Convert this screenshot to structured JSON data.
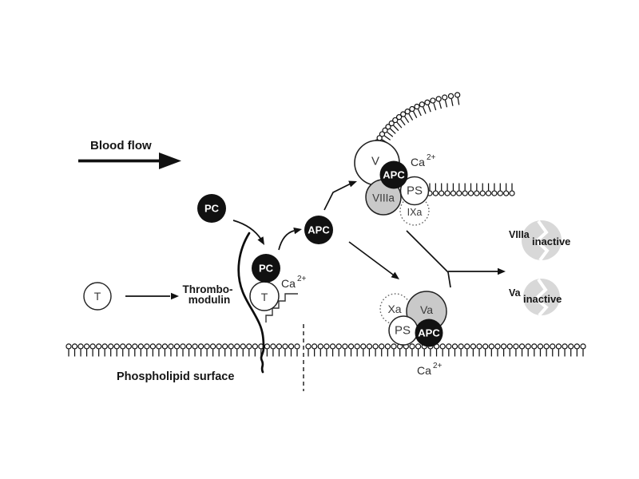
{
  "molecules": {
    "pc_free": "PC",
    "t_free": "T",
    "apc_free": "APC",
    "tm_pc": "PC",
    "tm_t": "T",
    "v": "V",
    "apc_upper": "APC",
    "viiia": "VIIIa",
    "ps_upper": "PS",
    "ixa": "IXa",
    "xa": "Xa",
    "va": "Va",
    "ps_lower": "PS",
    "apc_lower": "APC"
  },
  "labels": {
    "blood_flow": "Blood flow",
    "thrombomodulin_line1": "Thrombo-",
    "thrombomodulin_line2": "modulin",
    "phospholipid_surface": "Phospholipid surface",
    "ca": "Ca",
    "ca_superscript": "2+"
  },
  "inactivated": {
    "viiia": "VIIIa",
    "viiia_state": "inactive",
    "va": "Va",
    "va_state": "inactive"
  },
  "colors": {
    "ink": "#111111",
    "molecule_black": "#111111",
    "molecule_gray": "#c9c9c9",
    "inactive_gray": "#d8d8d8",
    "label_white": "#ffffff"
  }
}
